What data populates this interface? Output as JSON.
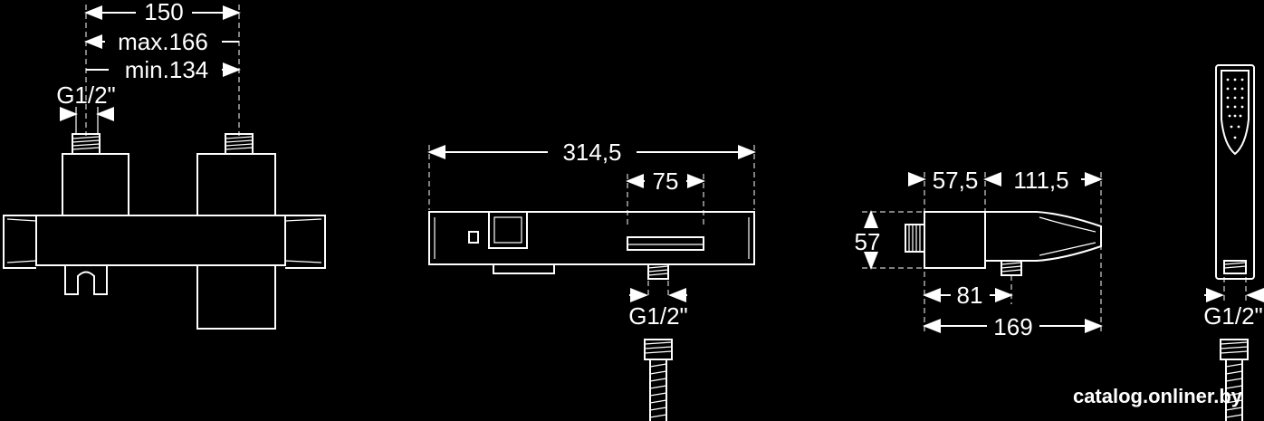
{
  "front_view": {
    "dim_top": "150",
    "dim_max": "max.166",
    "dim_min": "min.134",
    "thread": "G1/2\""
  },
  "top_view": {
    "dim_total": "314,5",
    "dim_partial": "75",
    "thread": "G1/2\""
  },
  "side_view": {
    "dim_left": "57,5",
    "dim_right": "111,5",
    "dim_height": "57",
    "dim_outlet": "81",
    "dim_total": "169"
  },
  "hand_shower": {
    "thread": "G1/2\""
  },
  "watermark": "catalog.onliner.by",
  "colors": {
    "background": "#000000",
    "lines": "#ffffff"
  }
}
